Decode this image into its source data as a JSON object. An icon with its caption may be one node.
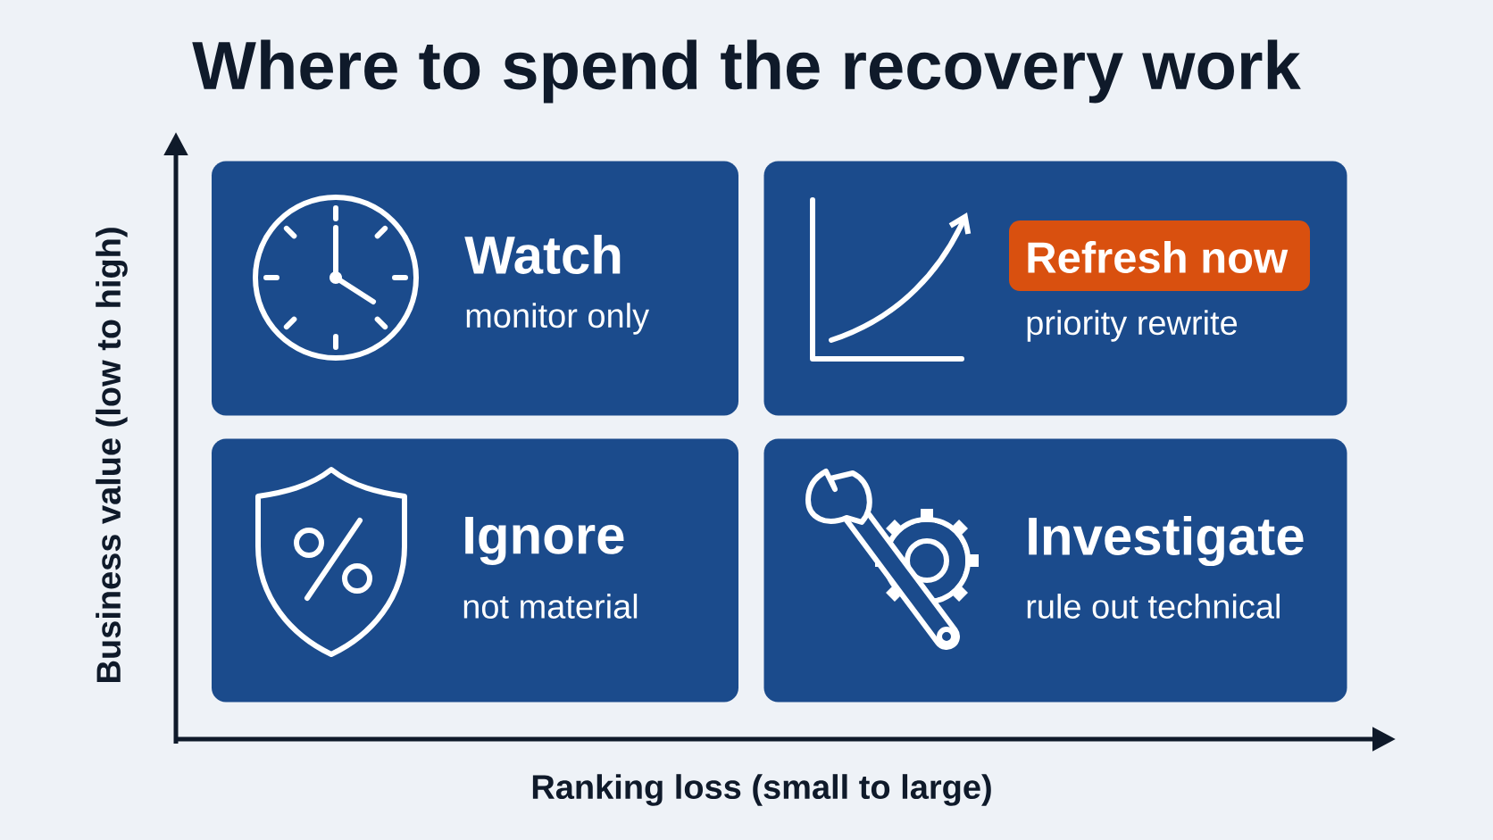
{
  "diagram": {
    "title": "Where to spend the recovery work",
    "nodes": [
      {
        "text": [
          "Watch",
          "monitor only"
        ]
      },
      {
        "text": [
          "Refresh now",
          "priority rewrite"
        ]
      },
      {
        "text": [
          "Ignore",
          "not material"
        ]
      },
      {
        "text": [
          "Investigate",
          "rule out technical"
        ]
      }
    ],
    "labels": [
      "Business value (low to high)",
      "Ranking loss (small to large)"
    ]
  }
}
